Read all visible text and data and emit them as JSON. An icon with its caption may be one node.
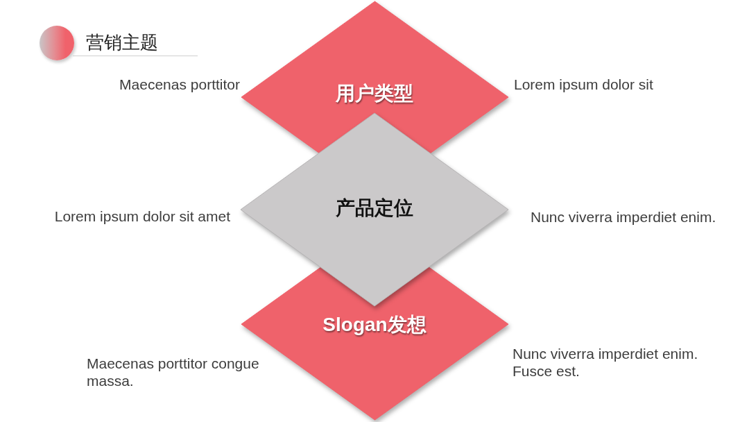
{
  "diagram": {
    "title": "营销主题",
    "nodes": [
      {
        "text": [
          "用户类型"
        ],
        "beside": [
          "Maecenas porttitor",
          "Lorem ipsum dolor sit"
        ]
      },
      {
        "text": [
          "产品定位"
        ],
        "beside": [
          "Lorem ipsum dolor sit amet",
          "Nunc viverra imperdiet enim."
        ]
      },
      {
        "text": [
          "Slogan发想"
        ],
        "beside": [
          "Maecenas porttitor congue massa.",
          "Nunc viverra imperdiet enim. Fusce est."
        ]
      }
    ]
  }
}
